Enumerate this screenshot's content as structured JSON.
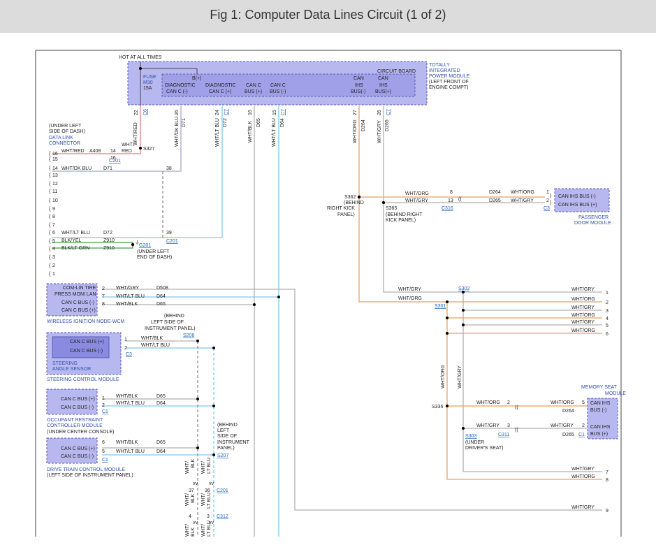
{
  "title": "Fig 1: Computer Data Lines Circuit (1 of 2)",
  "colors": {
    "blue_box": "#b8b8f0",
    "box_border": "#5a5ab0",
    "orange_wire": "#e8a060",
    "lightblue_wire": "#80c8f0",
    "red_wire": "#e08080",
    "gray_wire": "#b0b0b0",
    "green_wire": "#40a040",
    "label_blue": "#3050b0"
  },
  "tipm": {
    "hot_label": "HOT AT ALL TIMES",
    "name": [
      "TOTALLY",
      "INTEGRATED",
      "POWER MODULE",
      "(LEFT FRONT OF",
      "ENGINE COMPT)"
    ],
    "fuse": [
      "FUSE",
      "M30",
      "15A"
    ],
    "circuit_board": "CIRCUIT BOARD",
    "bplus": "B(+)",
    "pins": [
      {
        "l1": "DIAGNOSTIC",
        "l2": "CAN C (-)"
      },
      {
        "l1": "DIAGNOSTIC",
        "l2": "CAN C (+)"
      },
      {
        "l1": "CAN C",
        "l2": "BUS (+)"
      },
      {
        "l1": "CAN C",
        "l2": "BUS (-)"
      },
      {
        "l1": "CAN",
        "l2": "IHS",
        "l3": "BUS(-)"
      },
      {
        "l1": "CAN",
        "l2": "IHS",
        "l3": "BUS(+)"
      }
    ],
    "pin_nums": [
      "22",
      "26",
      "24",
      "16",
      "15",
      "27",
      "26"
    ],
    "conn_c6": "C6",
    "conn_c7a": "C7",
    "conn_c7b": "C7",
    "conn_c7c": "C7"
  },
  "vwires": [
    {
      "color": "WHT/RED"
    },
    {
      "color": "WHT/DK BLU",
      "id": "D71"
    },
    {
      "color": "WHT/LT BLU",
      "id": "D72"
    },
    {
      "color": "WHT/BLK",
      "id": "D65"
    },
    {
      "color": "WHT/LT BLU",
      "id": "D64"
    },
    {
      "color": "WHT/ORG",
      "id": "D264"
    },
    {
      "color": "WHT/GRY",
      "id": "D265"
    }
  ],
  "dlc": {
    "name": [
      "(UNDER LEFT",
      "SIDE OF DASH)"
    ],
    "name_blue": [
      "DATA LINK",
      "CONNECTOR"
    ],
    "pins": [
      "16",
      "15",
      "14",
      "13",
      "12",
      "11",
      "10",
      "9",
      "8",
      "7",
      "6",
      "5",
      "4",
      "3",
      "2",
      "1"
    ],
    "rows": [
      {
        "pin": "16",
        "color": "WHT/RED",
        "id": "A408",
        "num": "14"
      },
      {
        "pin": "14",
        "color": "WHT/DK BLU",
        "id": "D71",
        "num": "38"
      },
      {
        "pin": "6",
        "color": "WHT/LT BLU",
        "id": "D72",
        "num": "39"
      },
      {
        "pin": "5",
        "color": "BLK/YEL",
        "id": "Z910"
      },
      {
        "pin": "4",
        "color": "BLK/LT GRN",
        "id": "Z910"
      }
    ],
    "s327": "S327",
    "wht": "WHT/",
    "red": "RED",
    "n16": "16",
    "c201a": "C201",
    "c201b": "C201",
    "g201": "G201",
    "g201_loc": [
      "(UNDER LEFT",
      "END OF DASH)"
    ]
  },
  "passenger": {
    "s362": "S362",
    "s362_loc": [
      "(BEHIND",
      "RIGHT KICK",
      "PANEL)"
    ],
    "s365": "S365",
    "s365_loc": [
      "(BEHIND RIGHT",
      "KICK PANEL)"
    ],
    "rows": [
      {
        "color": "WHT/ORG",
        "num": "8",
        "id": "D264",
        "color2": "WHT/ORG",
        "pin": "1",
        "label": "CAN IHS BUS (-)"
      },
      {
        "color": "WHT/GRY",
        "num": "13",
        "id": "D265",
        "color2": "WHT/GRY",
        "pin": "2",
        "label": "CAN IHS BUS (+)"
      }
    ],
    "c316": "C316",
    "c3": "C3",
    "name": [
      "PASSENGER",
      "DOOR MODULE"
    ]
  },
  "wcm": {
    "labels": [
      "COM-LIN TIRE",
      "PRESS MONI LAN",
      "CAN C BUS (-)",
      "CAN C BUS (+)"
    ],
    "pins": [
      "2",
      "7",
      "8"
    ],
    "wires": [
      {
        "color": "WHT/GRY",
        "id": "D508"
      },
      {
        "color": "WHT/LT BLU",
        "id": "D64"
      },
      {
        "color": "WHT/BLK",
        "id": "D65"
      }
    ],
    "name": "WIRELESS IGNITION NODE-WCM"
  },
  "scm": {
    "labels": [
      "CAN C BUS (+)",
      "CAN C BUS (-)"
    ],
    "pins": [
      "1",
      "2"
    ],
    "wires": [
      {
        "color": "WHT/BLK"
      },
      {
        "color": "WHT/LT BLU"
      }
    ],
    "s208": "S208",
    "s208_loc": [
      "(BEHIND",
      "LEFT SIDE OF",
      "INSTRUMENT PANEL)"
    ],
    "c3": "C3",
    "sub": [
      "STEERING",
      "ANGLE SENSOR"
    ],
    "name": "STEERING CONTROL MODULE"
  },
  "orc": {
    "labels": [
      "CAN C BUS (+)",
      "CAN C BUS (-)"
    ],
    "pins": [
      "1",
      "2"
    ],
    "wires": [
      {
        "color": "WHT/BLK",
        "id": "D65"
      },
      {
        "color": "WHT/LT BLU",
        "id": "D64"
      }
    ],
    "c1": "C1",
    "name": [
      "OCCUPANT RESTRAINT",
      "CONTROLLER MODULE"
    ],
    "loc": "(UNDER CENTER CONSOLE)"
  },
  "dtcm": {
    "labels": [
      "CAN C BUS (+)",
      "CAN C BUS (-)"
    ],
    "pins": [
      "6",
      "5"
    ],
    "wires": [
      {
        "color": "WHT/BLK",
        "id": "D65"
      },
      {
        "color": "WHT/LT BLU",
        "id": "D64"
      }
    ],
    "c1": "C1",
    "s207": "S207",
    "s207_loc": [
      "(BEHIND",
      "LEFT",
      "SIDE OF",
      "INSTRUMENT",
      "PANEL)"
    ],
    "name": "DRIVE TRAIN CONTROL MODULE",
    "loc": "(LEFT SIDE OF INSTRUMENT PANEL)"
  },
  "bottom": {
    "wht": "WHT/",
    "blk": "BLK",
    "lt_blu": "LT BLU",
    "n37": "37",
    "n36": "36",
    "n4": "4",
    "n3": "3",
    "c201": "C201",
    "c312": "C312"
  },
  "right": {
    "s302": "S302",
    "s301": "S301",
    "s336": "S336",
    "s303": "S303",
    "s303_loc": [
      "(UNDER",
      "DRIVER'S SEAT)"
    ],
    "rows": [
      {
        "color": "WHT/GRY",
        "num": "1"
      },
      {
        "color": "WHT/ORG",
        "num": "2"
      },
      {
        "color": "WHT/GRY",
        "num": "3"
      },
      {
        "color": "WHT/ORG",
        "num": "4"
      },
      {
        "color": "WHT/GRY",
        "num": "5"
      },
      {
        "color": "WHT/ORG",
        "num": "6"
      },
      {
        "color": "WHT/GRY",
        "num": "7"
      },
      {
        "color": "WHT/ORG",
        "num": "8"
      },
      {
        "color": "WHT/GRY",
        "num": "9"
      }
    ],
    "top_left": [
      {
        "color": "WHT/GRY"
      },
      {
        "color": "WHT/ORG"
      }
    ],
    "vert": [
      "WHT/ORG",
      "WHT/GRY"
    ],
    "memory": {
      "name": [
        "MEMORY SEAT",
        "MODULE"
      ],
      "labels": [
        [
          "CAN IHS",
          "BUS (-)"
        ],
        [
          "CAN IHS",
          "BUS (+)"
        ]
      ],
      "pins": [
        "5",
        "2"
      ],
      "rows": [
        {
          "color": "WHT/ORG",
          "num": "2",
          "color2": "WHT/ORG",
          "id": "D264"
        },
        {
          "color": "WHT/GRY",
          "num": "3",
          "color2": "WHT/GRY",
          "id": "D265"
        }
      ],
      "c311": "C311",
      "c1": "C1"
    }
  }
}
